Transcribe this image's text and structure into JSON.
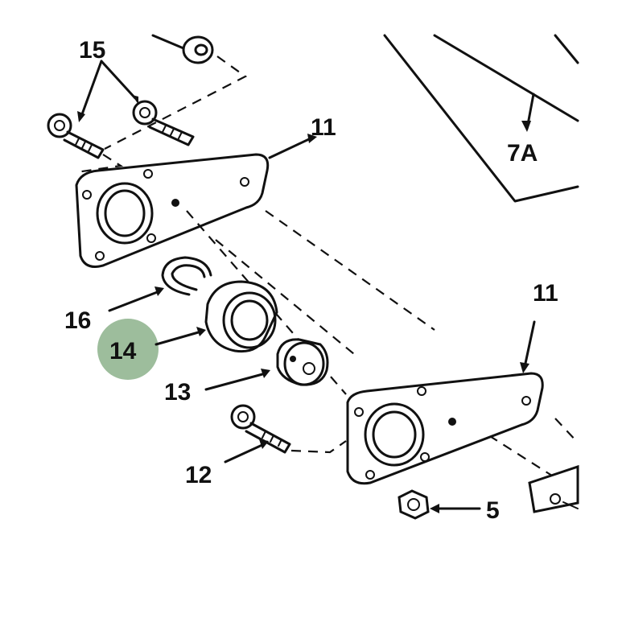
{
  "diagram": {
    "highlight_color": "#9dbd9c",
    "ink_color": "#111111",
    "callouts": {
      "part_15": "15",
      "part_11_upper": "11",
      "part_7a": "7A",
      "part_16": "16",
      "part_14": "14",
      "part_13": "13",
      "part_11_lower": "11",
      "part_12": "12",
      "part_5": "5"
    }
  }
}
